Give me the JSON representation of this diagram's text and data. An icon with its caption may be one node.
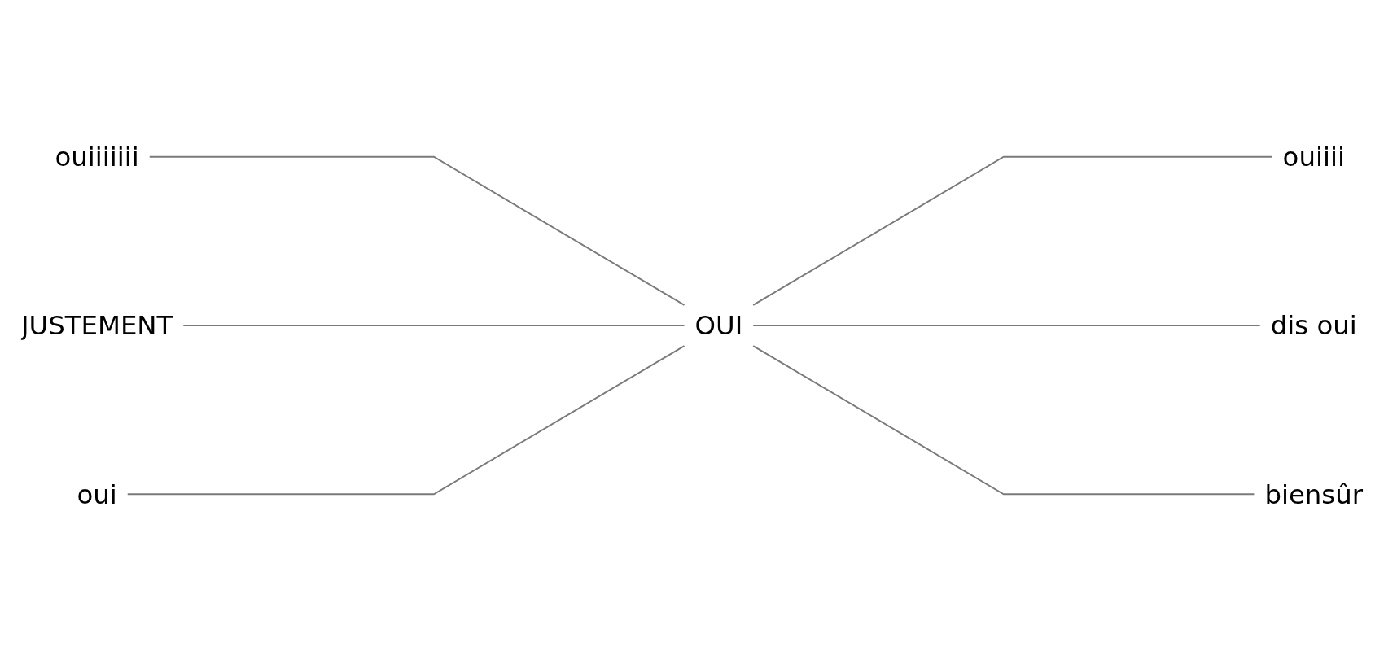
{
  "diagram": {
    "nodes": [
      {
        "text": [
          "ouiiii"
        ]
      },
      {
        "text": [
          "ouiiiiiii"
        ]
      },
      {
        "text": [
          "dis oui"
        ]
      },
      {
        "text": [
          "OUI"
        ]
      },
      {
        "text": [
          "JUSTEMENT"
        ]
      },
      {
        "text": [
          "biensûr"
        ]
      },
      {
        "text": [
          "oui"
        ]
      }
    ],
    "edges": [
      {
        "from": 1,
        "to": 3,
        "arrow": "none"
      },
      {
        "from": 3,
        "to": 0,
        "arrow": "none"
      },
      {
        "from": 3,
        "to": 2,
        "arrow": "none"
      },
      {
        "from": 4,
        "to": 3,
        "arrow": "none"
      },
      {
        "from": 3,
        "to": 5,
        "arrow": "none"
      },
      {
        "from": 6,
        "to": 3,
        "arrow": "none"
      }
    ]
  }
}
